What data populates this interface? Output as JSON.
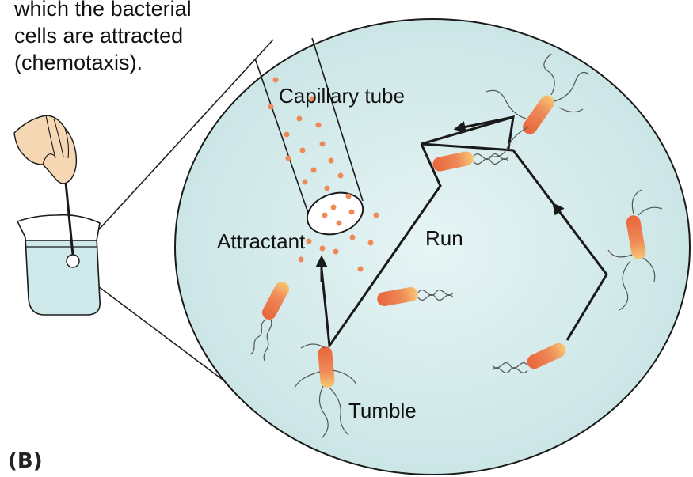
{
  "caption": {
    "line1": "which the bacterial",
    "line2": "cells are attracted",
    "line3": "(chemotaxis)."
  },
  "panel_label": "(B)",
  "labels": {
    "capillary_tube": "Capillary tube",
    "attractant": "Attractant",
    "run": "Run",
    "tumble": "Tumble"
  },
  "colors": {
    "circle_fill": "#d4ebeb",
    "circle_stroke": "#1a1a1a",
    "cell_orange": "#e8653a",
    "cell_yellow": "#f7c873",
    "dot": "#ef8a58",
    "water": "#cfe8ea",
    "skin": "#f6d7b4"
  }
}
